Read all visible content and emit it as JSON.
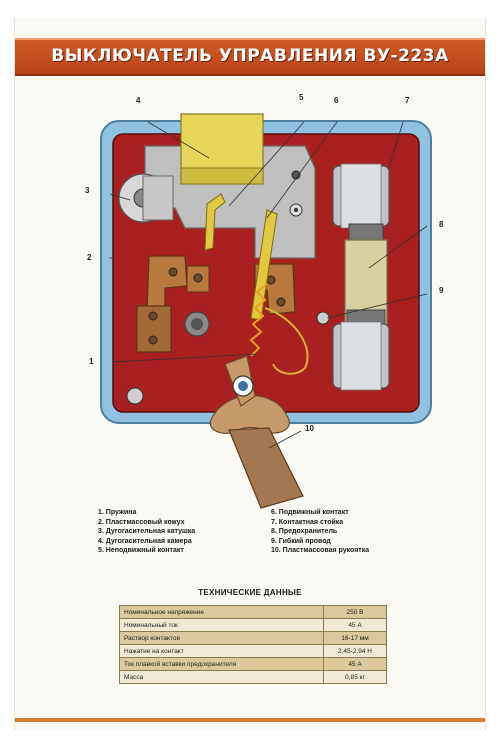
{
  "title": "ВЫКЛЮЧАТЕЛЬ УПРАВЛЕНИЯ ВУ-223А",
  "callouts": [
    "1",
    "2",
    "3",
    "4",
    "5",
    "6",
    "7",
    "8",
    "9",
    "10"
  ],
  "legend_left": [
    "1. Пружина",
    "2. Пластмассовый кожух",
    "3. Дугогасительная катушка",
    "4. Дугогасительная камера",
    "5. Неподвижный контакт"
  ],
  "legend_right": [
    "6. Подвижный контакт",
    "7. Контактная стойка",
    "8. Предохранитель",
    "9. Гибкий провод",
    "10. Пластмассовая рукоятка"
  ],
  "spec_title": "ТЕХНИЧЕСКИЕ ДАННЫЕ",
  "specs": [
    {
      "name": "Номинальное напряжение",
      "value": "250 В"
    },
    {
      "name": "Номинальный ток",
      "value": "45 А"
    },
    {
      "name": "Раствор контактов",
      "value": "16-17 мм"
    },
    {
      "name": "Нажатие на контакт",
      "value": "2,45-2,94 Н"
    },
    {
      "name": "Ток плавкой вставки предохранителя",
      "value": "45 А"
    },
    {
      "name": "Масса",
      "value": "0,85 кг"
    }
  ],
  "colors": {
    "title_bar": "#c44e1e",
    "housing": "#a82020",
    "frame": "#8fc1e0",
    "handle": "#c89a6a",
    "fuse": "#d8d0a0"
  }
}
